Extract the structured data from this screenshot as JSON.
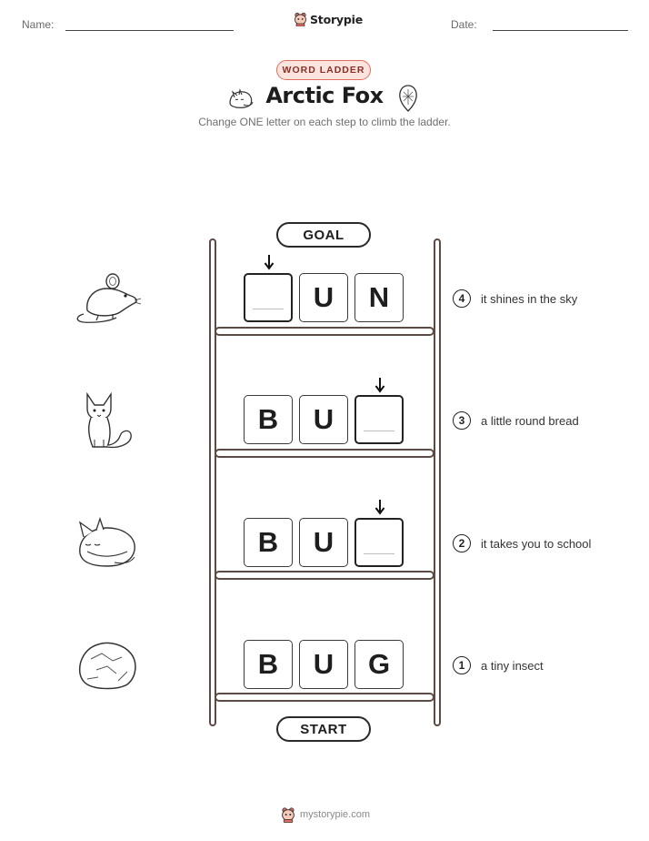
{
  "header": {
    "name_label": "Name:",
    "date_label": "Date:",
    "brand": "Storypie",
    "badge": "WORD LADDER",
    "title": "Arctic Fox",
    "subtitle": "Change ONE letter on each step to climb the ladder."
  },
  "ladder": {
    "goal_label": "GOAL",
    "start_label": "START",
    "steps": [
      {
        "number": "4",
        "clue": "it shines in the sky",
        "letters": [
          "",
          "U",
          "N"
        ],
        "blank_index": 0,
        "picture": "mouse-icon"
      },
      {
        "number": "3",
        "clue": "a little round bread",
        "letters": [
          "B",
          "U",
          ""
        ],
        "blank_index": 2,
        "picture": "fox-sitting-icon"
      },
      {
        "number": "2",
        "clue": "it takes you to school",
        "letters": [
          "B",
          "U",
          ""
        ],
        "blank_index": 2,
        "picture": "fox-sleeping-icon"
      },
      {
        "number": "1",
        "clue": "a tiny insect",
        "letters": [
          "B",
          "U",
          "G"
        ],
        "blank_index": -1,
        "picture": "rock-icon"
      }
    ]
  },
  "footer": {
    "site": "mystorypie.com"
  },
  "colors": {
    "accent": "#e36b5f",
    "badge_fill": "#fbe3de",
    "rail": "#5b4b44",
    "ink": "#222222"
  }
}
